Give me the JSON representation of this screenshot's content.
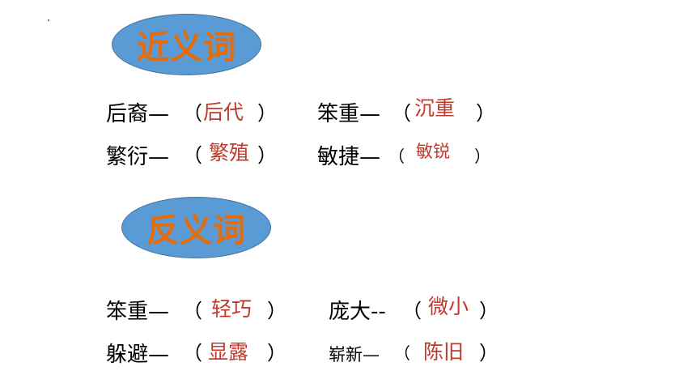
{
  "synonyms": {
    "heading": "近义词",
    "rows": [
      {
        "term": "后裔—",
        "answer": "后代"
      },
      {
        "term": "笨重—",
        "answer": "沉重"
      },
      {
        "term": "繁衍—",
        "answer": "繁殖"
      },
      {
        "term": "敏捷—",
        "answer": "敏锐"
      }
    ]
  },
  "antonyms": {
    "heading": "反义词",
    "rows": [
      {
        "term": "笨重—",
        "answer": "轻巧"
      },
      {
        "term": "庞大--",
        "answer": "微小"
      },
      {
        "term": "躲避—",
        "answer": "显露"
      },
      {
        "term": "崭新—",
        "answer": "陈旧"
      }
    ]
  },
  "colors": {
    "badge": "#5b9bd5",
    "heading": "#e46c0a",
    "answer": "#c0392b"
  }
}
